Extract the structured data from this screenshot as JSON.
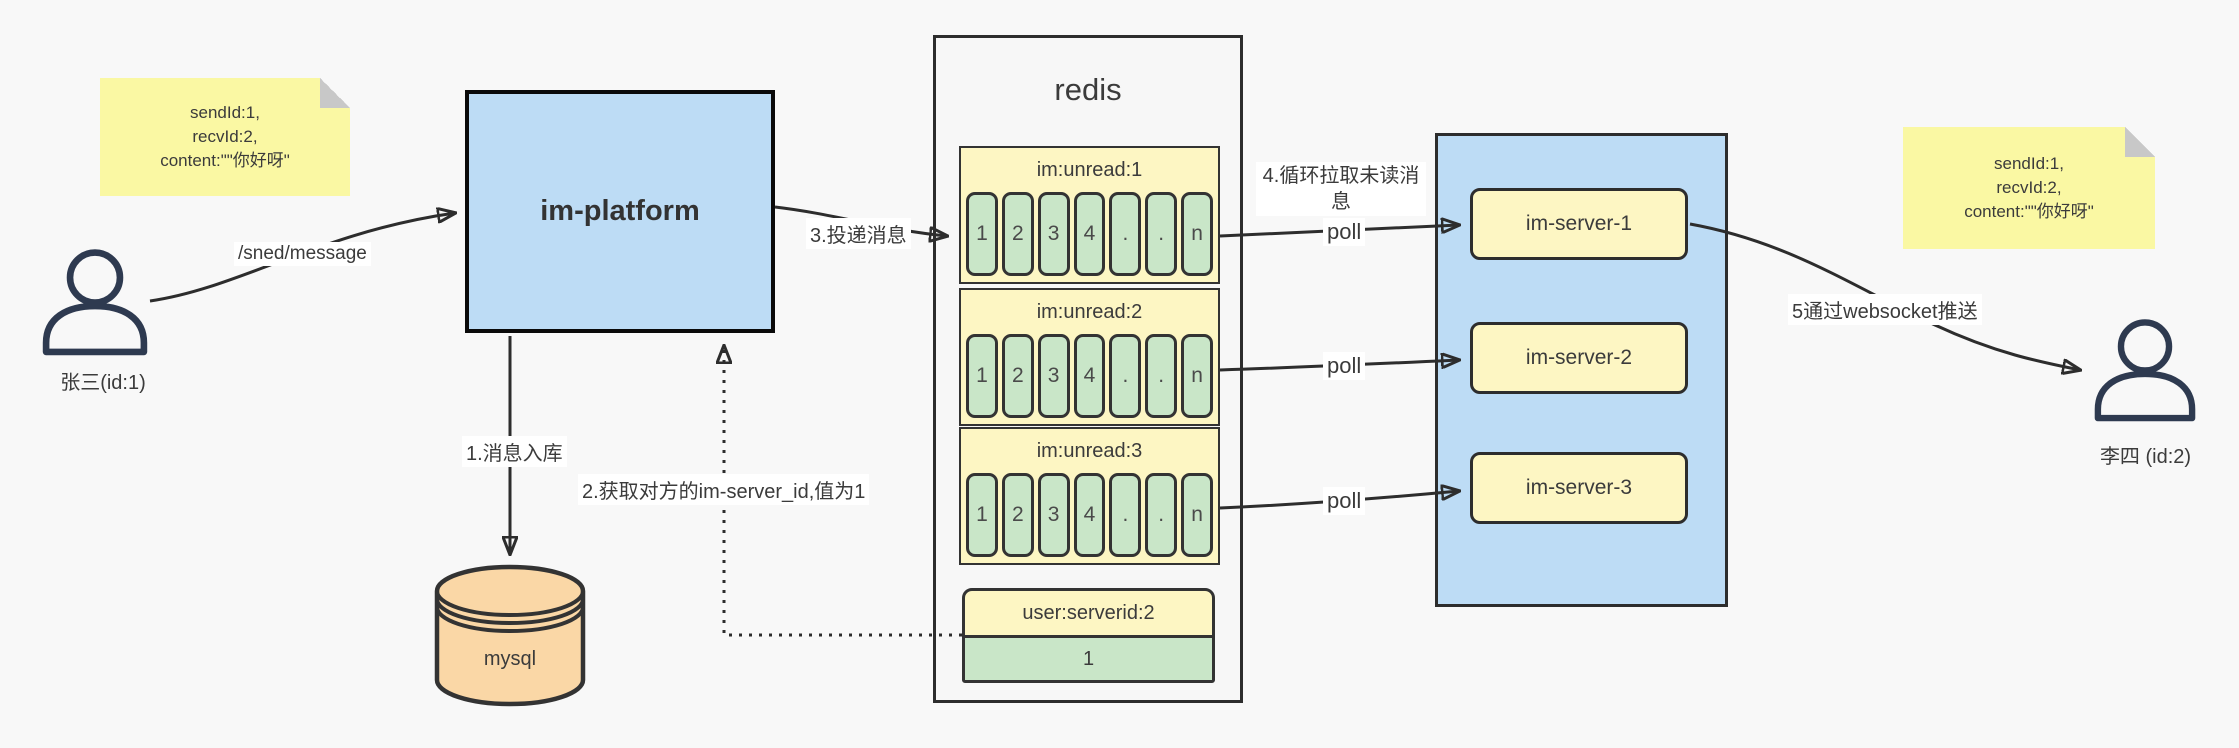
{
  "notes": {
    "left": {
      "line1": "sendId:1,",
      "line2": "recvId:2,",
      "line3": "content:\"\"你好呀\""
    },
    "right": {
      "line1": "sendId:1,",
      "line2": "recvId:2,",
      "line3": "content:\"\"你好呀\""
    }
  },
  "actors": {
    "sender": {
      "label": "张三(id:1)"
    },
    "receiver": {
      "label": "李四 (id:2)"
    }
  },
  "platform": {
    "label": "im-platform"
  },
  "database": {
    "label": "mysql"
  },
  "redis": {
    "title": "redis",
    "queues": [
      {
        "header": "im:unread:1",
        "cells": [
          "1",
          "2",
          "3",
          "4",
          ".",
          ".",
          "n"
        ]
      },
      {
        "header": "im:unread:2",
        "cells": [
          "1",
          "2",
          "3",
          "4",
          ".",
          ".",
          "n"
        ]
      },
      {
        "header": "im:unread:3",
        "cells": [
          "1",
          "2",
          "3",
          "4",
          ".",
          ".",
          "n"
        ]
      }
    ],
    "kv": {
      "header": "user:serverid:2",
      "value": "1"
    }
  },
  "servers": [
    {
      "label": "im-server-1"
    },
    {
      "label": "im-server-2"
    },
    {
      "label": "im-server-3"
    }
  ],
  "edges": {
    "send_api": "/sned/message",
    "step1": "1.消息入库",
    "step2": "2.获取对方的im-server_id,值为1",
    "step3": "3.投递消息",
    "step4": "4.循环拉取未读消息",
    "poll_1": "poll",
    "poll_2": "poll",
    "poll_3": "poll",
    "step5": "5通过websocket推送"
  },
  "colors": {
    "background": "#F8F8F8",
    "accent_blue": "#BDDCF5",
    "note_yellow": "#FAF8A3",
    "box_yellow": "#FDF6C3",
    "cell_green": "#C9E6C8",
    "db_orange": "#FAD7A6",
    "line": "#2D2D2D"
  }
}
